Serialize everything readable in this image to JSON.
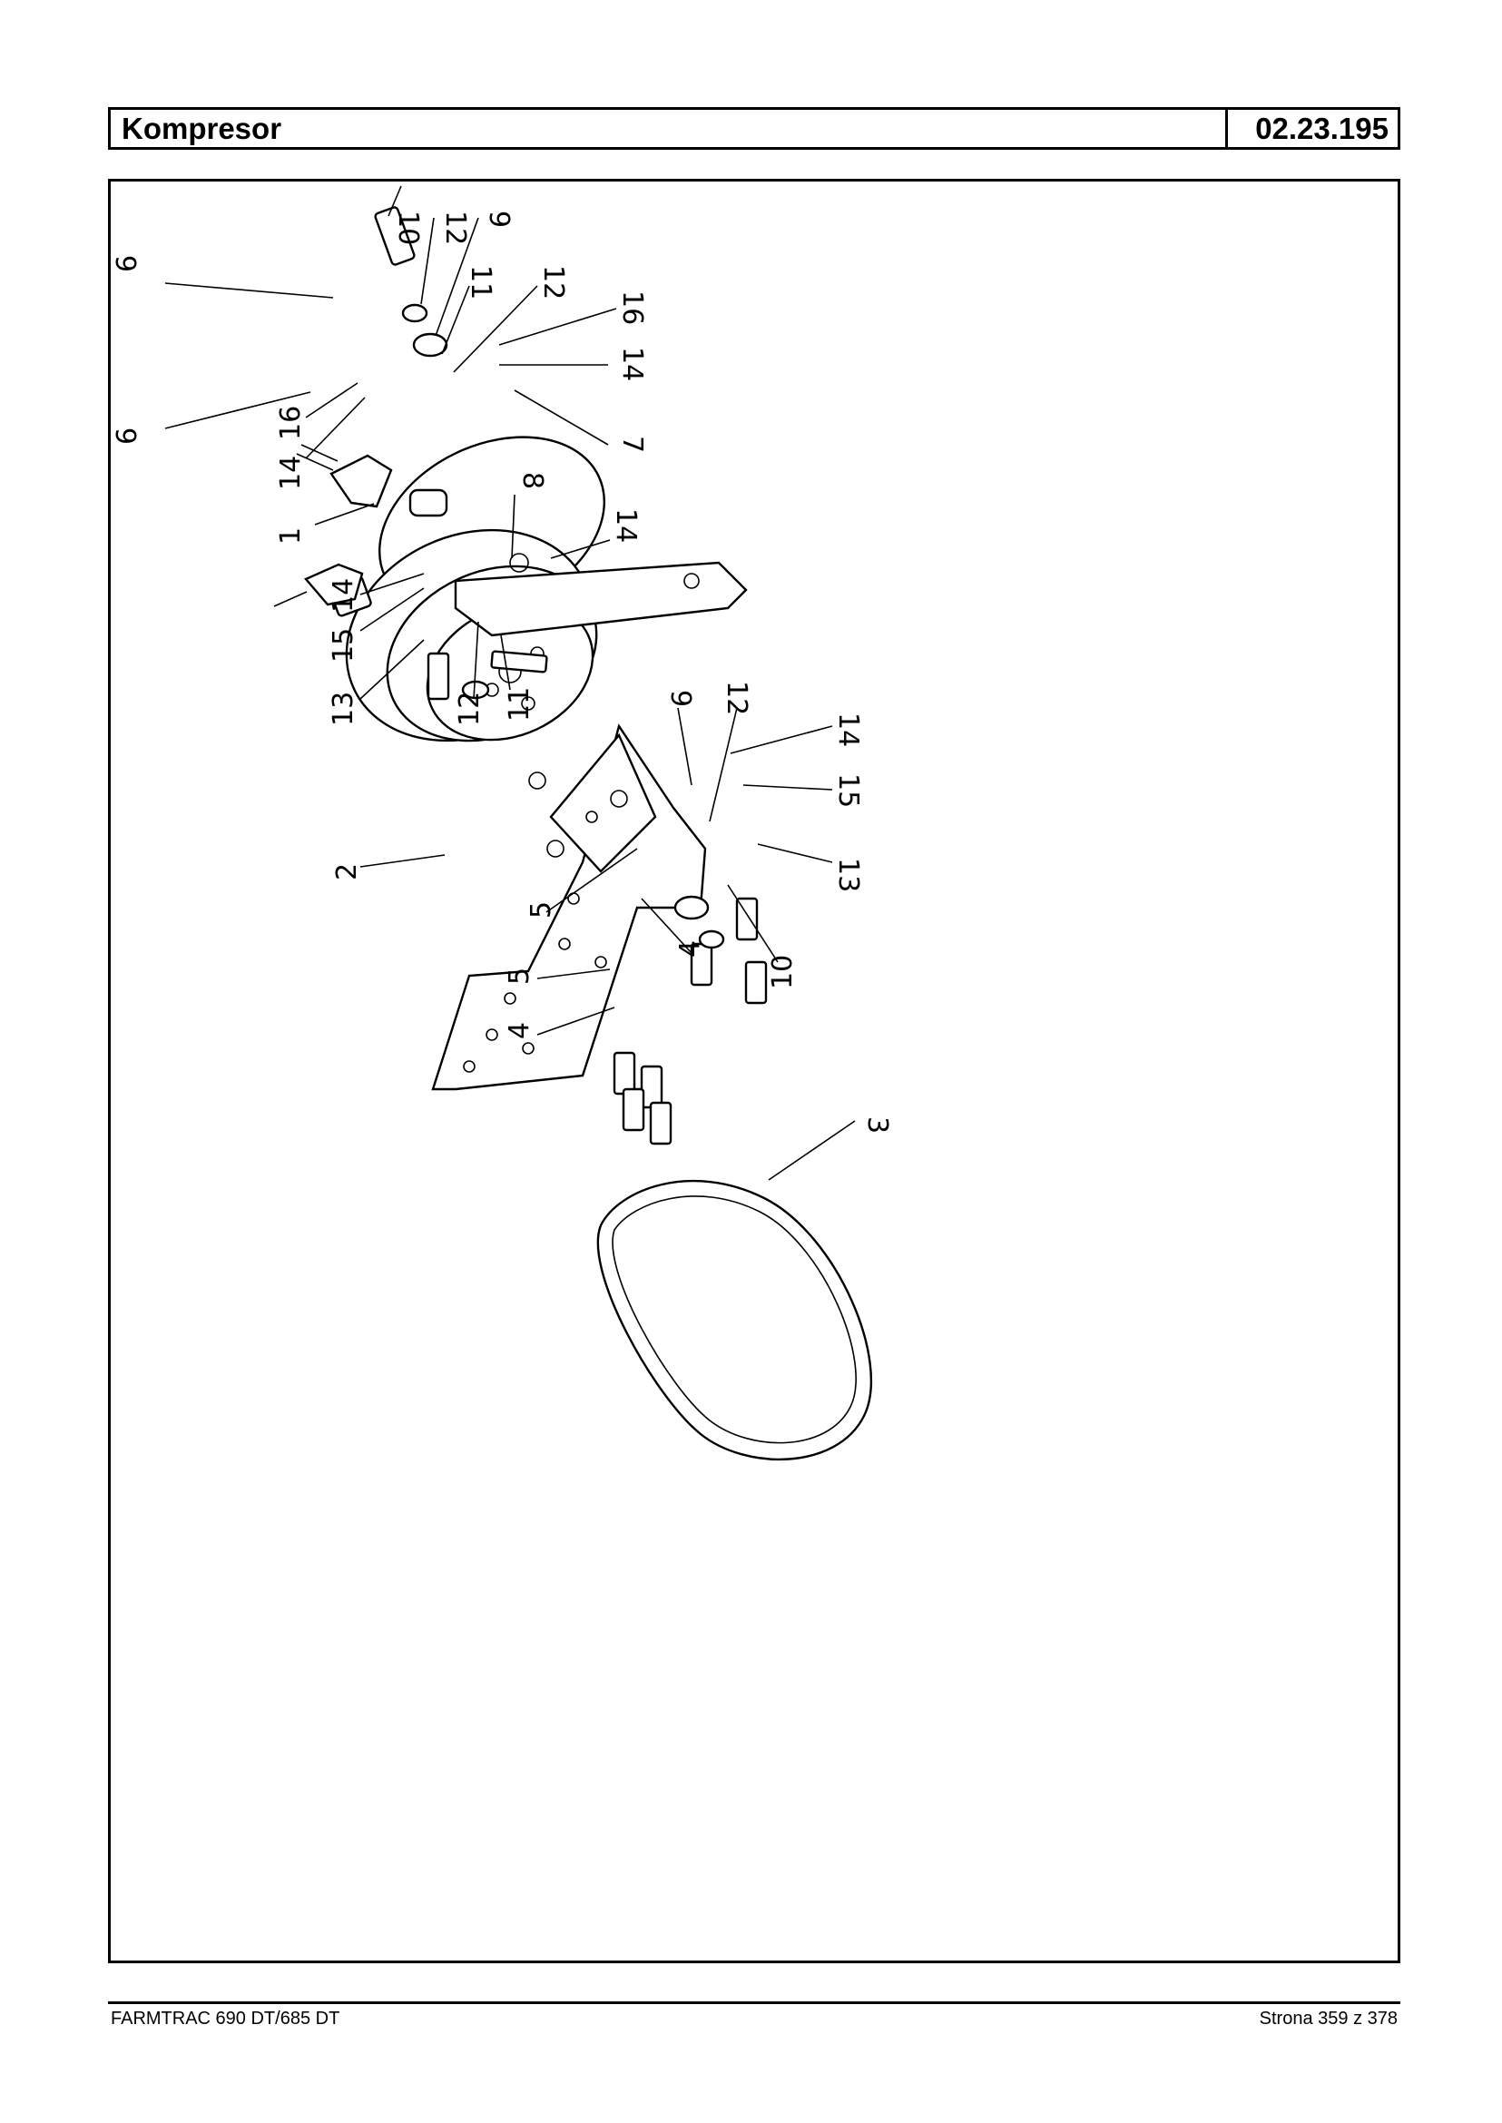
{
  "header": {
    "title": "Kompresor",
    "code": "02.23.195"
  },
  "footer": {
    "left": "FARMTRAC 690 DT/685 DT",
    "right": "Strona 359 z 378"
  },
  "callouts": {
    "c1": "1",
    "c2": "2",
    "c3": "3",
    "c4a": "4",
    "c4b": "4",
    "c5a": "5",
    "c5b": "5",
    "c6a": "6",
    "c6b": "6",
    "c7": "7",
    "c8": "8",
    "c9a": "9",
    "c9b": "9",
    "c10a": "10",
    "c10b": "10",
    "c11a": "11",
    "c11b": "11",
    "c12a": "12",
    "c12b": "12",
    "c12c": "12",
    "c12d": "12",
    "c13a": "13",
    "c13b": "13",
    "c14a": "14",
    "c14b": "14",
    "c14c": "14",
    "c14d": "14",
    "c14e": "14",
    "c15a": "15",
    "c15b": "15",
    "c16a": "16",
    "c16b": "16"
  }
}
